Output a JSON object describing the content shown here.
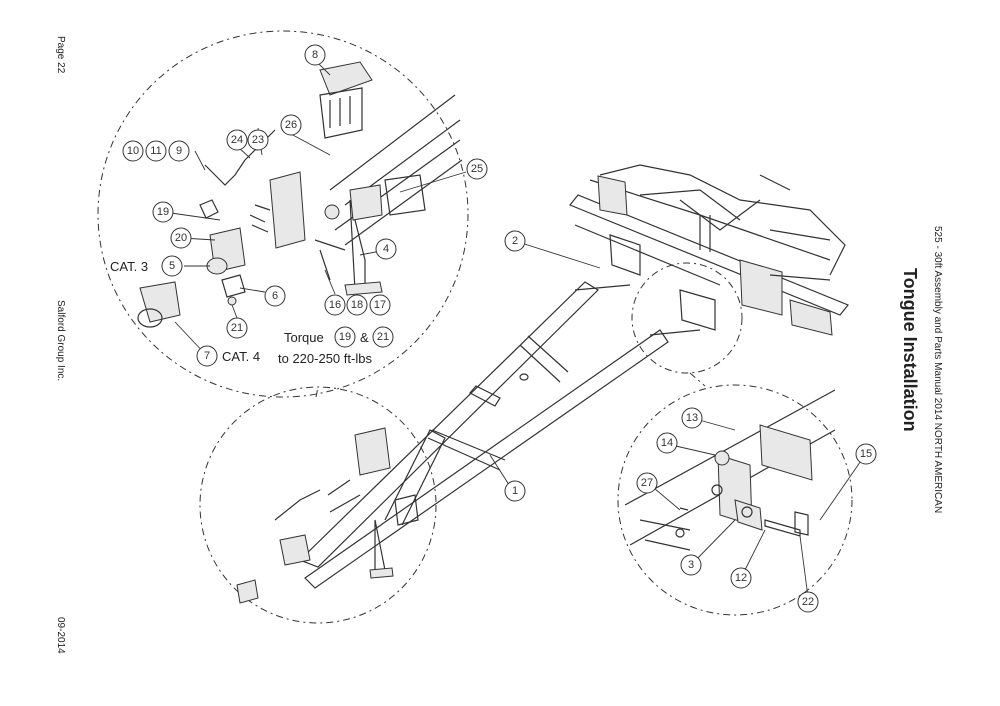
{
  "page": {
    "page_number": "Page 22",
    "company": "Salford Group Inc.",
    "date": "09-2014",
    "manual_title": "525 - 30ft Assembly and Parts Manual 2014 NORTH AMERICAN",
    "section_title": "Tongue Installation"
  },
  "diagram": {
    "labels": {
      "cat3": "CAT. 3",
      "cat4": "CAT. 4",
      "torque_word": "Torque",
      "torque_amp": "&",
      "torque_spec": "to 220-250 ft-lbs"
    },
    "callouts": [
      "1",
      "2",
      "3",
      "4",
      "5",
      "6",
      "7",
      "8",
      "9",
      "10",
      "11",
      "12",
      "13",
      "14",
      "15",
      "16",
      "17",
      "18",
      "19",
      "20",
      "21",
      "22",
      "23",
      "24",
      "25",
      "26",
      "27"
    ],
    "torque_callouts": [
      "19",
      "21"
    ]
  }
}
